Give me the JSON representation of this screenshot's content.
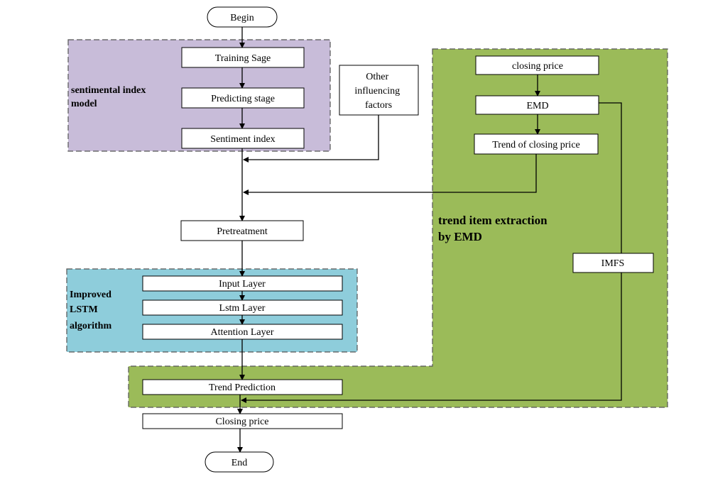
{
  "colors": {
    "sentiment_region": "#c8bcd9",
    "lstm_region": "#8ecddb",
    "emd_region": "#9bbb59"
  },
  "regions": {
    "sentiment": {
      "label_lines": [
        "sentimental index",
        "model"
      ]
    },
    "lstm": {
      "label_lines": [
        "Improved",
        "LSTM",
        "algorithm"
      ]
    },
    "emd": {
      "label_lines": [
        "trend item extraction",
        "by EMD"
      ]
    }
  },
  "nodes": {
    "begin": "Begin",
    "training_stage": "Training Sage",
    "predicting_stage": "Predicting stage",
    "sentiment_index": "Sentiment index",
    "other_factors_lines": [
      "Other",
      "influencing",
      "factors"
    ],
    "closing_price_input": "closing  price",
    "emd": "EMD",
    "trend_of_closing_price": "Trend of closing  price",
    "pretreatment": "Pretreatment",
    "input_layer": "Input Layer",
    "lstm_layer": "Lstm Layer",
    "attention_layer": "Attention Layer",
    "imfs": "IMFS",
    "trend_prediction": "Trend Prediction",
    "closing_price_output": "Closing price",
    "end": "End"
  }
}
